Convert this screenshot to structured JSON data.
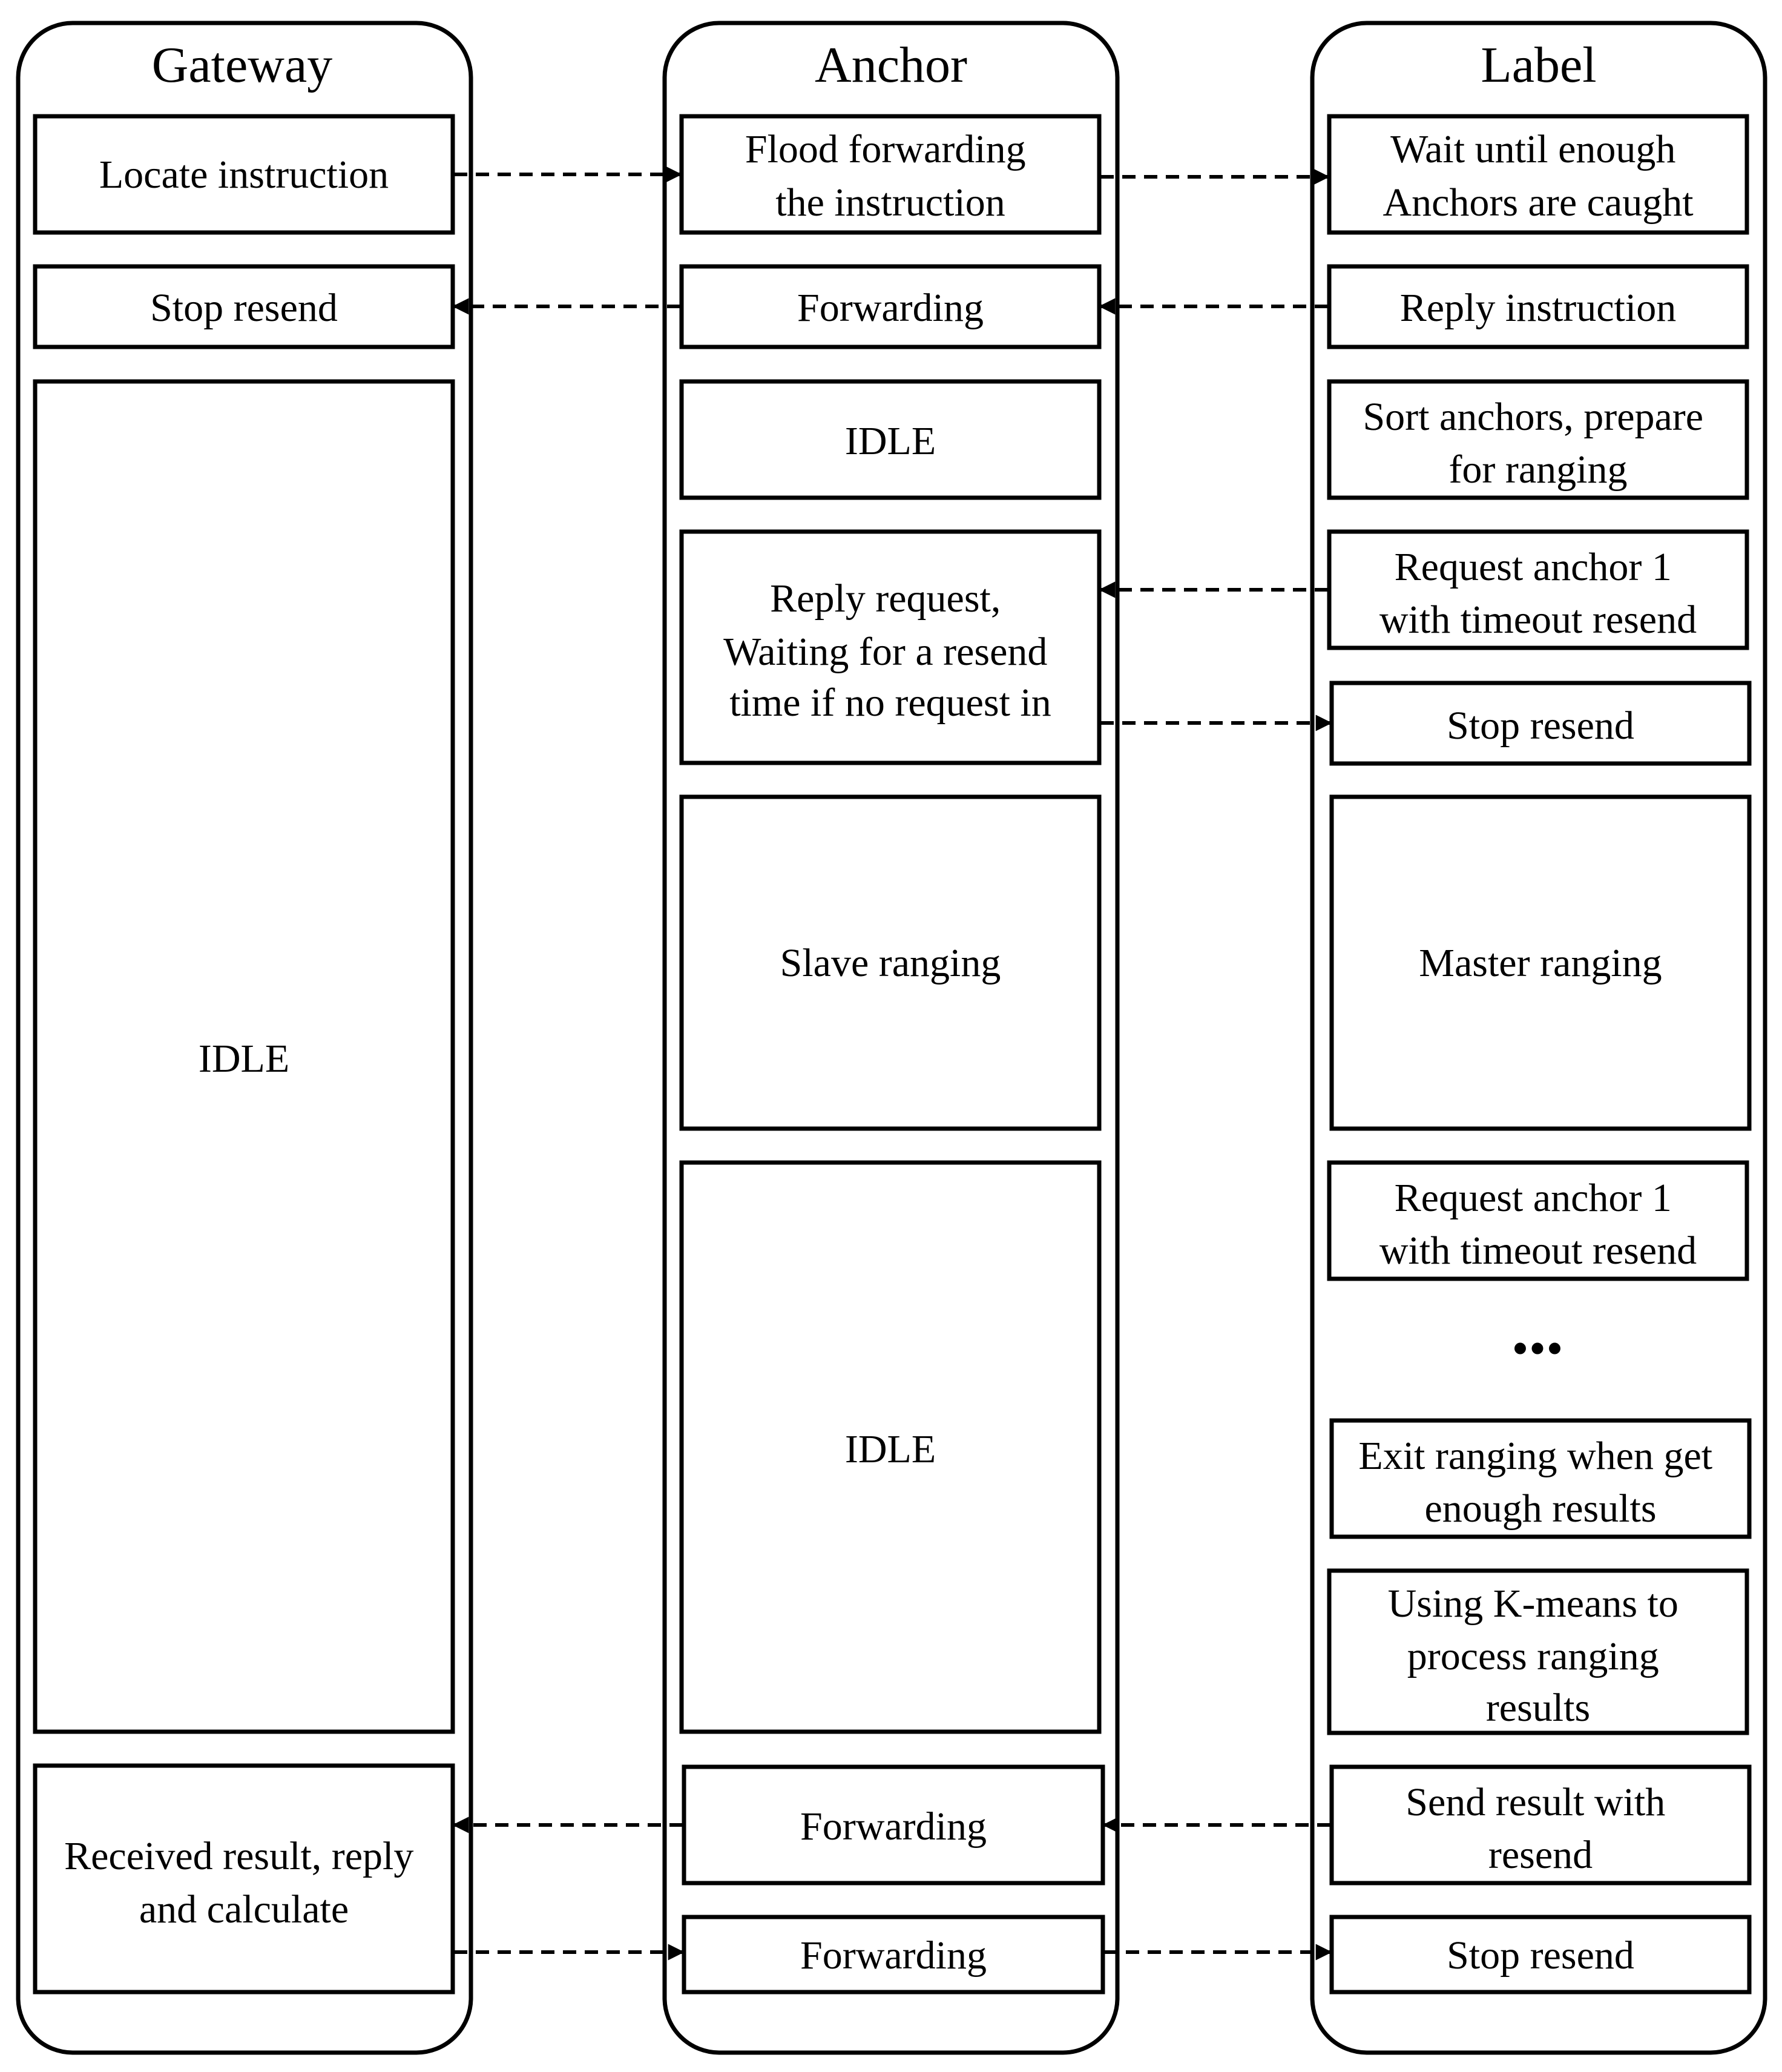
{
  "lanes": {
    "gateway": "Gateway",
    "anchor": "Anchor",
    "label": "Label"
  },
  "gateway": {
    "locate_instruction": "Locate instruction",
    "stop_resend": "Stop resend",
    "idle": "IDLE",
    "received_result": [
      "Received result, reply",
      "and calculate"
    ]
  },
  "anchor": {
    "flood_forwarding": [
      "Flood forwarding",
      "the instruction"
    ],
    "forwarding_1": "Forwarding",
    "idle_1": "IDLE",
    "reply_request": [
      "Reply request,",
      "Waiting for a resend",
      "time if no request in"
    ],
    "slave_ranging": "Slave ranging",
    "idle_2": "IDLE",
    "forwarding_2": "Forwarding",
    "forwarding_3": "Forwarding"
  },
  "label": {
    "wait_until": [
      "Wait until enough",
      "Anchors are caught"
    ],
    "reply_instruction": "Reply instruction",
    "sort_anchors": [
      "Sort anchors, prepare",
      "for ranging"
    ],
    "request_anchor_a": [
      "Request anchor 1",
      "with timeout resend"
    ],
    "stop_resend_1": "Stop resend",
    "master_ranging": "Master ranging",
    "request_anchor_b": [
      "Request anchor 1",
      "with timeout resend"
    ],
    "ellipsis": "•••",
    "exit_ranging": [
      "Exit ranging when get",
      "enough results"
    ],
    "kmeans": [
      "Using K-means to",
      "process ranging",
      "results"
    ],
    "send_result": [
      "Send result with",
      "resend"
    ],
    "stop_resend_2": "Stop resend"
  }
}
